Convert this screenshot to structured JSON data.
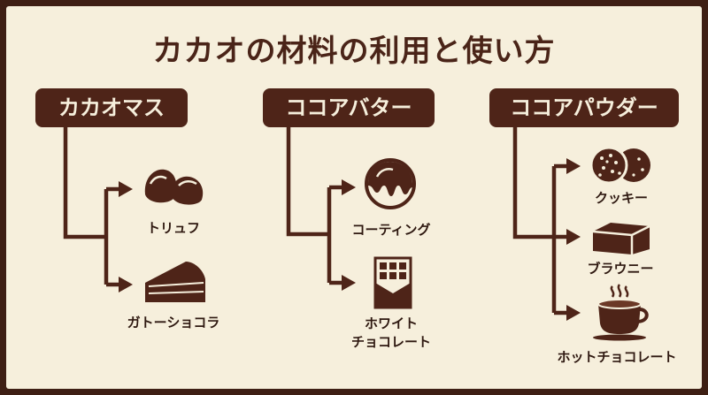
{
  "title": "カカオの材料の利用と使い方",
  "colors": {
    "primary": "#4e2418",
    "background": "#f6efdc",
    "frame": "#3e1f14"
  },
  "categories": [
    {
      "label": "カカオマス",
      "items": [
        {
          "label": "トリュフ",
          "icon": "truffle-icon"
        },
        {
          "label": "ガトーショコラ",
          "icon": "cake-slice-icon"
        }
      ]
    },
    {
      "label": "ココアバター",
      "items": [
        {
          "label": "コーティング",
          "icon": "coated-bonbon-icon"
        },
        {
          "label_lines": [
            "ホワイト",
            "チョコレート"
          ],
          "icon": "white-chocolate-bar-icon"
        }
      ]
    },
    {
      "label": "ココアパウダー",
      "items": [
        {
          "label": "クッキー",
          "icon": "cookies-icon"
        },
        {
          "label": "ブラウニー",
          "icon": "brownie-icon"
        },
        {
          "label": "ホットチョコレート",
          "icon": "hot-chocolate-cup-icon"
        }
      ]
    }
  ]
}
